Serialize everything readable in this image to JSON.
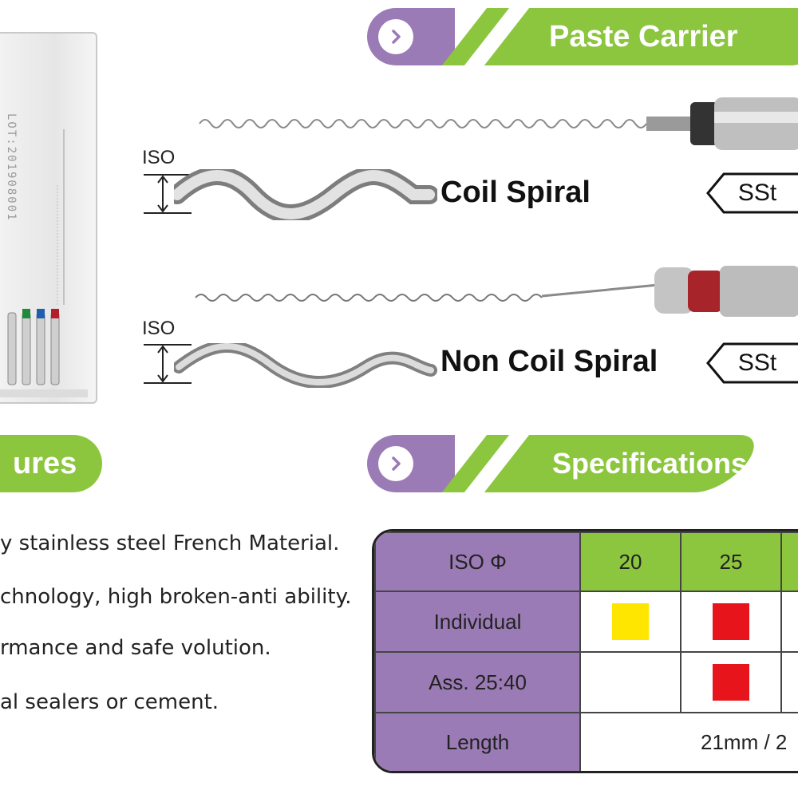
{
  "banners": {
    "paste_carrier": "Paste Carrier",
    "features": "ures",
    "specifications": "Specifications"
  },
  "box": {
    "lot_text": "LOT:201908001"
  },
  "products": [
    {
      "iso_label": "ISO",
      "name": "Coil Spiral",
      "material": "SSt"
    },
    {
      "iso_label": "ISO",
      "name": "Non Coil Spiral",
      "material": "SSt"
    }
  ],
  "features": [
    "y stainless steel French Material.",
    "chnology, high broken-anti ability.",
    "rmance and safe volution.",
    "al sealers or cement."
  ],
  "spec_table": {
    "header_label": "ISO Φ",
    "sizes": [
      "20",
      "25",
      ""
    ],
    "rows": [
      {
        "label": "Individual",
        "cells": [
          "#ffe600",
          "#e8141b",
          ""
        ]
      },
      {
        "label": "Ass. 25:40",
        "cells": [
          "",
          "#e8141b",
          ""
        ]
      }
    ],
    "length_label": "Length",
    "length_value": "21mm / 2"
  },
  "colors": {
    "purple": "#9b7bb5",
    "green": "#8cc63f"
  }
}
